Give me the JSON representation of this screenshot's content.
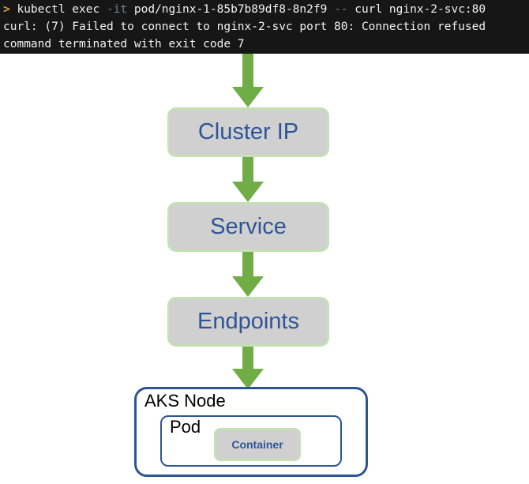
{
  "terminal": {
    "background": "#161616",
    "prompt_symbol": ">",
    "lines": [
      {
        "segments": [
          {
            "text": ">",
            "style": "prompt"
          },
          {
            "text": " kubectl exec ",
            "style": "cmd"
          },
          {
            "text": "-it",
            "style": "dim"
          },
          {
            "text": " pod/nginx-1-85b7b89df8-8n2f9 ",
            "style": "cmd"
          },
          {
            "text": " --",
            "style": "dim"
          },
          {
            "text": " curl nginx-2-svc:80",
            "style": "cmd"
          }
        ]
      },
      {
        "segments": [
          {
            "text": "curl: (7) Failed to connect to nginx-2-svc port 80: Connection refused",
            "style": "cmd"
          }
        ]
      },
      {
        "segments": [
          {
            "text": "command terminated with exit code 7",
            "style": "cmd"
          }
        ]
      }
    ]
  },
  "diagram": {
    "accent_arrow_color": "#70AD47",
    "box_fill_color": "#D0D0D0",
    "box_border_color": "#C5E0B4",
    "box_text_color": "#2F5597",
    "node_border_color": "#2E5496",
    "stages": [
      {
        "label": "Cluster IP"
      },
      {
        "label": "Service"
      },
      {
        "label": "Endpoints"
      }
    ],
    "node": {
      "label": "AKS Node",
      "pod": {
        "label": "Pod",
        "container": {
          "label": "Container"
        }
      }
    },
    "arrows": [
      {
        "name": "arrow-terminal-to-cluster-ip"
      },
      {
        "name": "arrow-cluster-ip-to-service"
      },
      {
        "name": "arrow-service-to-endpoints"
      },
      {
        "name": "arrow-endpoints-to-aks-node"
      }
    ]
  }
}
